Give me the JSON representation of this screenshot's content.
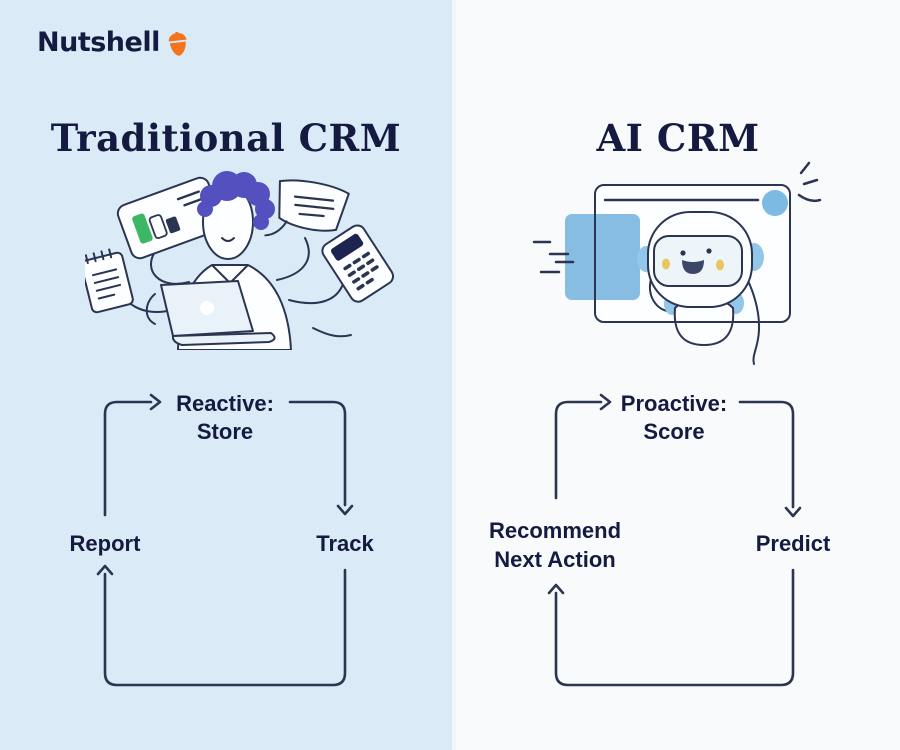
{
  "colors": {
    "left_bg": "#daeaf6",
    "right_bg": "#f8fafc",
    "divider": "#eef6fb",
    "ink": "#151b40",
    "stroke": "#2b3552",
    "orange": "#f4731d",
    "purple": "#5450bf",
    "green": "#3cb763",
    "blue": "#87bde3",
    "blue_soft": "#93c7e9",
    "blue_circle": "#7cb9e3",
    "blue_light": "#e9f1f9",
    "paper": "#fdfeff",
    "window": "#fcfeff",
    "face_screen": "#eef5f9",
    "cheek": "#e9c75e",
    "mouth": "#3c4668",
    "screen_navy": "#1d2450"
  },
  "logo": {
    "text": "Nutshell",
    "icon": "acorn-icon"
  },
  "traditional": {
    "title": "Traditional CRM",
    "illustration": "multitasking-person",
    "cycle": {
      "top_line1": "Reactive:",
      "top_line2": "Store",
      "right": "Track",
      "left_line1": "Report"
    }
  },
  "ai": {
    "title": "AI CRM",
    "illustration": "friendly-robot-in-browser",
    "cycle": {
      "top_line1": "Proactive:",
      "top_line2": "Score",
      "right": "Predict",
      "left_line1": "Recommend",
      "left_line2": "Next Action"
    }
  }
}
